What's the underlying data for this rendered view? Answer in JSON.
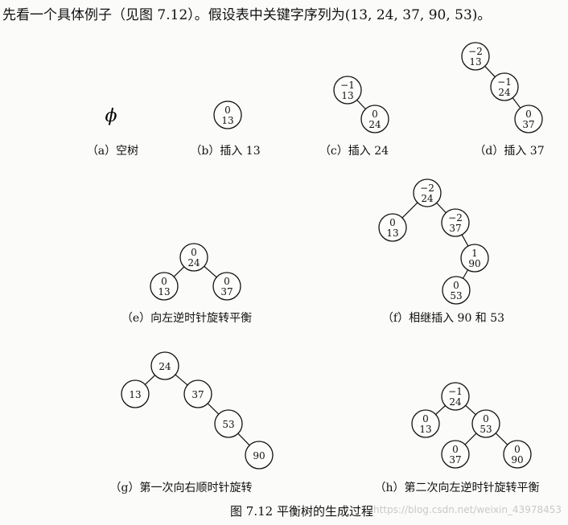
{
  "intro_text": "先看一个具体例子（见图 7.12）。假设表中关键字序列为(13, 24, 37, 90, 53)。",
  "figure_title": "图 7.12   平衡树的生成过程",
  "watermark": "https://blog.csdn.net/weixin_43978453",
  "panels": [
    {
      "id": "a",
      "caption": "（a）空树",
      "empty_symbol": "ϕ",
      "nodes": [],
      "edges": []
    },
    {
      "id": "b",
      "caption": "（b）插入 13",
      "nodes": [
        {
          "key": "13",
          "bf": "0"
        }
      ],
      "edges": []
    },
    {
      "id": "c",
      "caption": "（c）插入 24",
      "nodes": [
        {
          "key": "13",
          "bf": "−1"
        },
        {
          "key": "24",
          "bf": "0"
        }
      ],
      "edges": [
        [
          0,
          1
        ]
      ]
    },
    {
      "id": "d",
      "caption": "（d）插入 37",
      "nodes": [
        {
          "key": "13",
          "bf": "−2"
        },
        {
          "key": "24",
          "bf": "−1"
        },
        {
          "key": "37",
          "bf": "0"
        }
      ],
      "edges": [
        [
          0,
          1
        ],
        [
          1,
          2
        ]
      ]
    },
    {
      "id": "e",
      "caption": "（e）向左逆时针旋转平衡",
      "nodes": [
        {
          "key": "24",
          "bf": "0"
        },
        {
          "key": "13",
          "bf": "0"
        },
        {
          "key": "37",
          "bf": "0"
        }
      ],
      "edges": [
        [
          0,
          1
        ],
        [
          0,
          2
        ]
      ]
    },
    {
      "id": "f",
      "caption": "（f）相继插入 90 和 53",
      "nodes": [
        {
          "key": "24",
          "bf": "−2"
        },
        {
          "key": "13",
          "bf": "0"
        },
        {
          "key": "37",
          "bf": "−2"
        },
        {
          "key": "90",
          "bf": "1"
        },
        {
          "key": "53",
          "bf": "0"
        }
      ],
      "edges": [
        [
          0,
          1
        ],
        [
          0,
          2
        ],
        [
          2,
          3
        ],
        [
          3,
          4
        ]
      ]
    },
    {
      "id": "g",
      "caption": "（g）第一次向右顺时针旋转",
      "nodes": [
        {
          "key": "24",
          "bf": ""
        },
        {
          "key": "13",
          "bf": ""
        },
        {
          "key": "37",
          "bf": ""
        },
        {
          "key": "53",
          "bf": ""
        },
        {
          "key": "90",
          "bf": ""
        }
      ],
      "edges": [
        [
          0,
          1
        ],
        [
          0,
          2
        ],
        [
          2,
          3
        ],
        [
          3,
          4
        ]
      ]
    },
    {
      "id": "h",
      "caption": "（h）第二次向左逆时针旋转平衡",
      "nodes": [
        {
          "key": "24",
          "bf": "−1"
        },
        {
          "key": "13",
          "bf": "0"
        },
        {
          "key": "53",
          "bf": "0"
        },
        {
          "key": "37",
          "bf": "0"
        },
        {
          "key": "90",
          "bf": "0"
        }
      ],
      "edges": [
        [
          0,
          1
        ],
        [
          0,
          2
        ],
        [
          2,
          3
        ],
        [
          2,
          4
        ]
      ]
    }
  ]
}
